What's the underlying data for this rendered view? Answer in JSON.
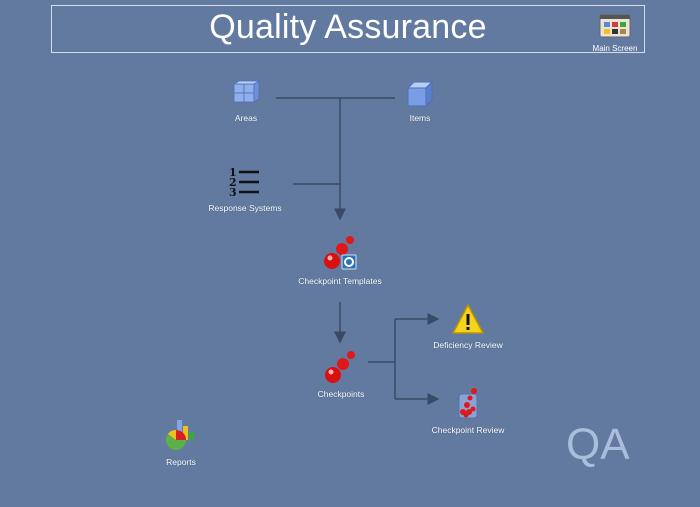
{
  "header": {
    "title": "Quality Assurance",
    "main_screen_label": "Main Screen"
  },
  "nodes": {
    "areas": "Areas",
    "items": "Items",
    "response_systems": "Response Systems",
    "checkpoint_templates": "Checkpoint Templates",
    "checkpoints": "Checkpoints",
    "deficiency_review": "Deficiency Review",
    "checkpoint_review": "Checkpoint Review",
    "reports": "Reports"
  },
  "watermark": "QA",
  "colors": {
    "background": "#637aa0",
    "line": "#3a4a66",
    "watermark": "#a9bedc"
  }
}
